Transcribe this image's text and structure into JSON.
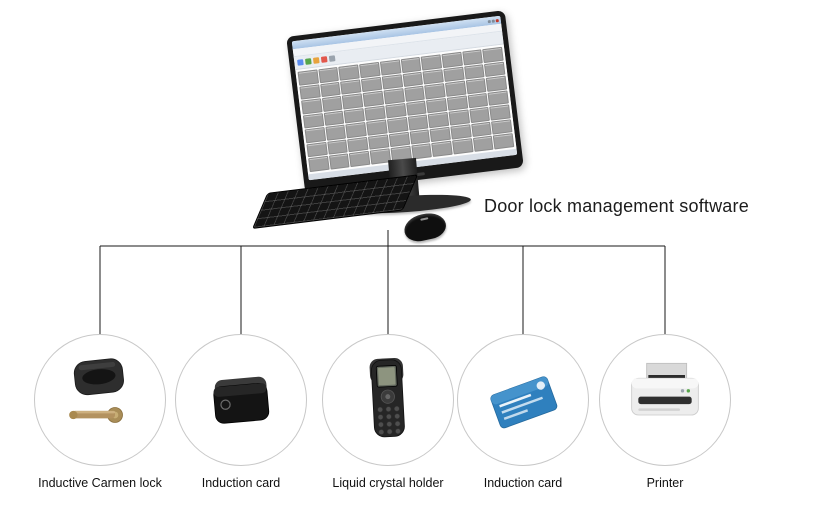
{
  "software_label": "Door lock management software",
  "computer": {
    "screen": {
      "grid_rows": 7,
      "grid_cols": 10
    }
  },
  "devices": [
    {
      "id": "inductive-carmen-lock",
      "label": "Inductive Carmen lock"
    },
    {
      "id": "induction-card-encoder",
      "label": "Induction card"
    },
    {
      "id": "liquid-crystal-holder",
      "label": "Liquid crystal holder"
    },
    {
      "id": "induction-card",
      "label": "Induction card"
    },
    {
      "id": "printer",
      "label": "Printer"
    }
  ],
  "colors": {
    "connector_line": "#1a1a1a",
    "circle_border": "#c8c8c8",
    "card_blue": "#2f80be",
    "handle_bronze": "#b3925f"
  }
}
